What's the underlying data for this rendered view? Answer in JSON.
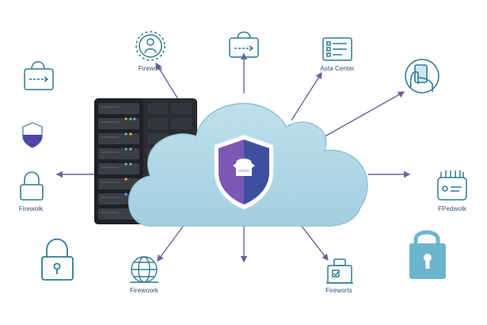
{
  "labels": {
    "top_left": "Firewolk",
    "top_right": "Asta Center",
    "left": "Firewolk",
    "right": "FPedwolk",
    "bottom_left": "Firewoork",
    "bottom_right": "Fireworts"
  },
  "colors": {
    "cloud_fill": "#a9d4e3",
    "cloud_edge": "#8fc3d6",
    "shield_blue": "#3e4fa0",
    "shield_purple": "#7c58b5",
    "server_dark": "#2a2c31",
    "arrow": "#6b629c",
    "icon_stroke": "#2f7d94",
    "lock_fill": "#6cb5cf"
  },
  "icons": [
    "gear-person-icon",
    "lock-arrow-icon",
    "document-list-icon",
    "hand-card-icon",
    "padlock-arrow-icon",
    "shield-icon",
    "padlock-icon",
    "padlock-large-icon",
    "globe-icon",
    "clipboard-icon",
    "card-reader-icon",
    "padlock-keyhole-icon",
    "shield-person-icon"
  ]
}
